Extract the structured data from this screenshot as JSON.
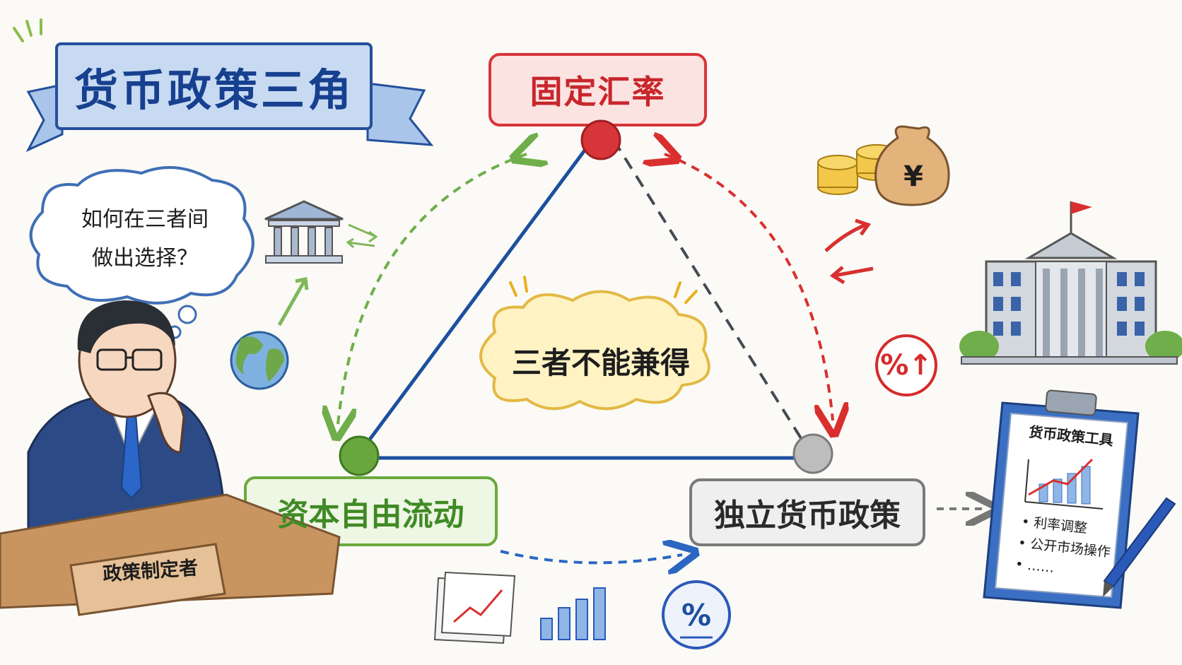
{
  "title": "货币政策三角",
  "nodes": {
    "top": "固定汇率",
    "left": "资本自由流动",
    "right": "独立货币政策"
  },
  "center_label": "三者不能兼得",
  "thought": {
    "line1": "如何在三者间",
    "line2": "做出选择？"
  },
  "nameplate": "政策制定者",
  "clipboard": {
    "title": "货币政策工具",
    "items": [
      "• 利率调整",
      "• 公开市场操作",
      "• ……"
    ]
  },
  "symbols": {
    "percent_up": "%↑",
    "percent": "%",
    "yen": "¥"
  },
  "colors": {
    "title_blue": "#17408f",
    "top_red": "#c8262c",
    "left_green": "#3f8a24",
    "right_gray": "#6b6b6b",
    "triangle_blue": "#1d4f9e"
  },
  "icons": [
    "bank-icon",
    "globe-icon",
    "coins-icon",
    "money-bag-icon",
    "central-bank-building-icon",
    "clipboard-icon",
    "pen-icon",
    "chart-paper-icon",
    "bar-chart-icon",
    "percent-circle-icon",
    "percent-up-icon"
  ]
}
